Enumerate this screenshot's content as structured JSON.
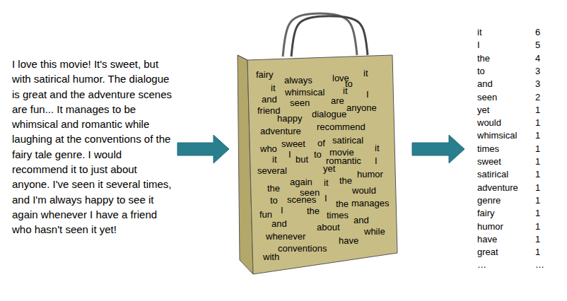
{
  "diagram": {
    "nodes": [
      {
        "text": [
          "I love this movie! It's sweet, but with satirical humor. The dialogue is great and the adventure scenes are fun... It manages to be whimsical and romantic while laughing at the conventions of the fairy tale genre. I would recommend it to just about anyone. I've seen it several times, and I'm always happy to see it again whenever I have a friend who hasn't seen it yet!"
        ]
      },
      {
        "text": [
          "fairy",
          "always",
          "love",
          "to",
          "it",
          "it",
          "whimsical",
          "it",
          "I",
          "and",
          "seen",
          "are",
          "friend",
          "anyone",
          "happy",
          "dialogue",
          "adventure",
          "recommend",
          "sweet",
          "of",
          "satirical",
          "who",
          "movie",
          "it",
          "it",
          "I",
          "but",
          "to",
          "romantic",
          "I",
          "several",
          "yet",
          "humor",
          "again",
          "it",
          "the",
          "the",
          "seen",
          "would",
          "to",
          "scenes",
          "I",
          "the",
          "manages",
          "the",
          "fun",
          "I",
          "times",
          "and",
          "and",
          "about",
          "while",
          "whenever",
          "have",
          "conventions",
          "with"
        ]
      },
      {
        "text": [
          "it",
          "6",
          "I",
          "5",
          "the",
          "4",
          "to",
          "3",
          "and",
          "3",
          "seen",
          "2",
          "yet",
          "1",
          "would",
          "1",
          "whimsical",
          "1",
          "times",
          "1",
          "sweet",
          "1",
          "satirical",
          "1",
          "adventure",
          "1",
          "genre",
          "1",
          "fairy",
          "1",
          "humor",
          "1",
          "have",
          "1",
          "great",
          "1",
          "…",
          "…"
        ]
      }
    ],
    "edges": [
      {
        "from": 0,
        "to": 1,
        "arrow": "to"
      },
      {
        "from": 1,
        "to": 2,
        "arrow": "to"
      }
    ]
  }
}
